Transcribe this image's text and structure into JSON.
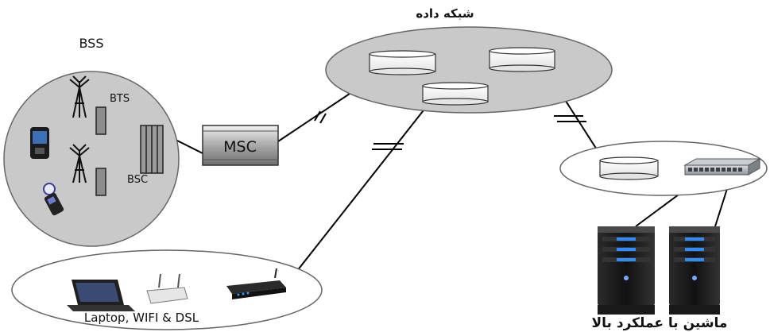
{
  "labels": {
    "bss": "BSS",
    "bts": "BTS",
    "bsc": "BSC",
    "msc": "MSC",
    "data_network": "شبکه داده",
    "laptop_wifi_dsl": "Laptop, WIFI & DSL",
    "high_performance": "ماشین با عملکرد بالا"
  }
}
